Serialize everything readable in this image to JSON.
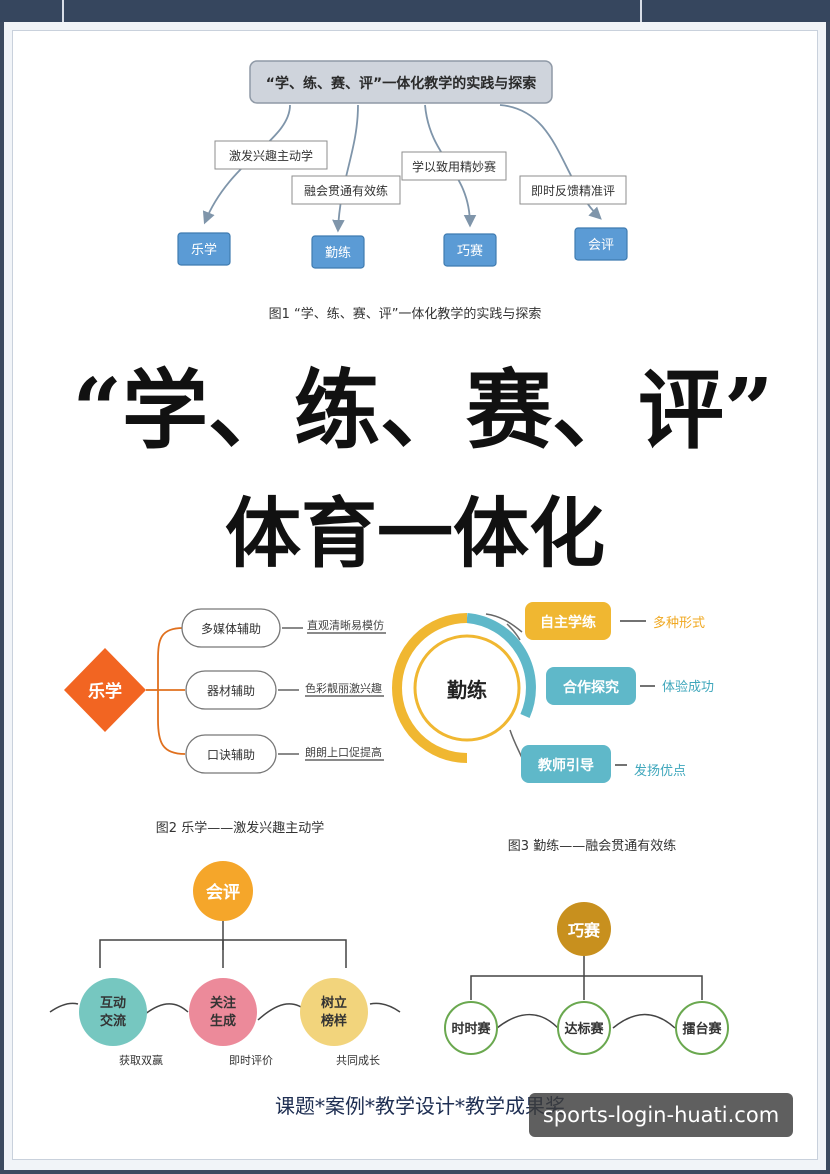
{
  "fig1": {
    "title": "“学、练、赛、评”一体化教学的实践与探索",
    "branches": [
      {
        "label": "激发兴趣主动学",
        "node": "乐学"
      },
      {
        "label": "融会贯通有效练",
        "node": "勤练"
      },
      {
        "label": "学以致用精妙赛",
        "node": "巧赛"
      },
      {
        "label": "即时反馈精准评",
        "node": "会评"
      }
    ],
    "caption": "图1 “学、练、赛、评”一体化教学的实践与探索"
  },
  "headline": {
    "line1": "“学、练、赛、评”",
    "line2": "体育一体化"
  },
  "fig2": {
    "center": "乐学",
    "items": [
      {
        "label": "多媒体辅助",
        "note": "直观清晰易模仿"
      },
      {
        "label": "器材辅助",
        "note": "色彩靓丽激兴趣"
      },
      {
        "label": "口诀辅助",
        "note": "朗朗上口促提高"
      }
    ],
    "caption": "图2 乐学——激发兴趣主动学"
  },
  "fig3": {
    "center": "勤练",
    "items": [
      {
        "label": "自主学练",
        "note": "多种形式"
      },
      {
        "label": "合作探究",
        "note": "体验成功"
      },
      {
        "label": "教师引导",
        "note": "发扬优点"
      }
    ],
    "caption": "图3 勤练——融会贯通有效练"
  },
  "fig4": {
    "root": "会评",
    "items": [
      {
        "label1": "互动",
        "label2": "交流",
        "note": "获取双赢"
      },
      {
        "label1": "关注",
        "label2": "生成",
        "note": "即时评价"
      },
      {
        "label1": "树立",
        "label2": "榜样",
        "note": "共同成长"
      }
    ]
  },
  "fig5": {
    "root": "巧赛",
    "items": [
      "时时赛",
      "达标赛",
      "擂台赛"
    ]
  },
  "footer": "课题*案例*教学设计*教学成果奖",
  "watermark": "sports-login-huati.com"
}
